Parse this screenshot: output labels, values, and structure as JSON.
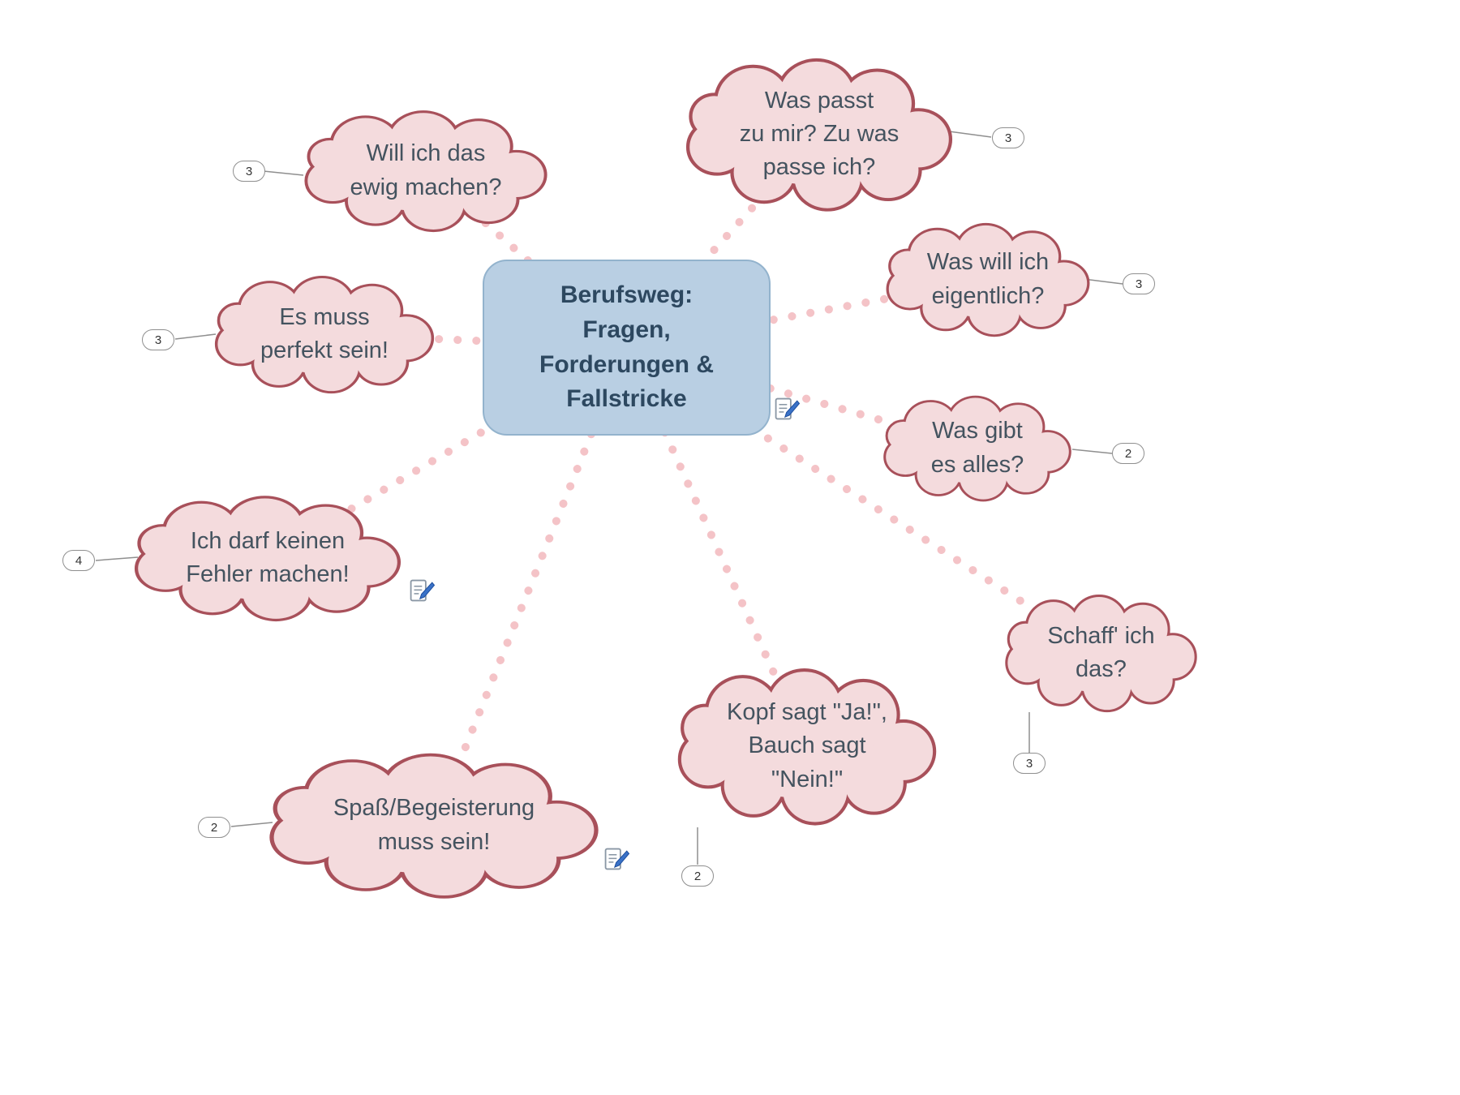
{
  "title": "Berufsweg Mindmap",
  "center": {
    "lines": [
      "Berufsweg:",
      "Fragen,",
      "Forderungen &",
      "Fallstricke"
    ]
  },
  "nodes": [
    {
      "id": "ewig-machen",
      "lines": [
        "Will ich das",
        "ewig machen?"
      ],
      "badge": "3"
    },
    {
      "id": "was-passt",
      "lines": [
        "Was passt",
        "zu mir? Zu was",
        "passe ich?"
      ],
      "badge": "3"
    },
    {
      "id": "was-will-ich",
      "lines": [
        "Was will ich",
        "eigentlich?"
      ],
      "badge": "3"
    },
    {
      "id": "was-gibt-es",
      "lines": [
        "Was gibt",
        "es alles?"
      ],
      "badge": "2"
    },
    {
      "id": "schaff-ich-das",
      "lines": [
        "Schaff' ich",
        "das?"
      ],
      "badge": "3"
    },
    {
      "id": "kopf-bauch",
      "lines": [
        "Kopf sagt \"Ja!\",",
        "Bauch sagt",
        "\"Nein!\""
      ],
      "badge": "2"
    },
    {
      "id": "spass",
      "lines": [
        "Spaß/Begeisterung",
        "muss sein!"
      ],
      "badge": "2"
    },
    {
      "id": "kein-fehler",
      "lines": [
        "Ich darf keinen",
        "Fehler machen!"
      ],
      "badge": "4"
    },
    {
      "id": "perfekt",
      "lines": [
        "Es muss",
        "perfekt sein!"
      ],
      "badge": "3"
    }
  ],
  "icons": {
    "note": "note-icon"
  },
  "colors": {
    "cloud_fill": "#f4dbdd",
    "cloud_border": "#a8505a",
    "center_fill": "#b9cfe3",
    "center_border": "#93b3cd",
    "center_text": "#2d4860",
    "node_text": "#44535f",
    "connector_dots": "#f3bdc1",
    "badge_border": "#8f8f8f"
  }
}
